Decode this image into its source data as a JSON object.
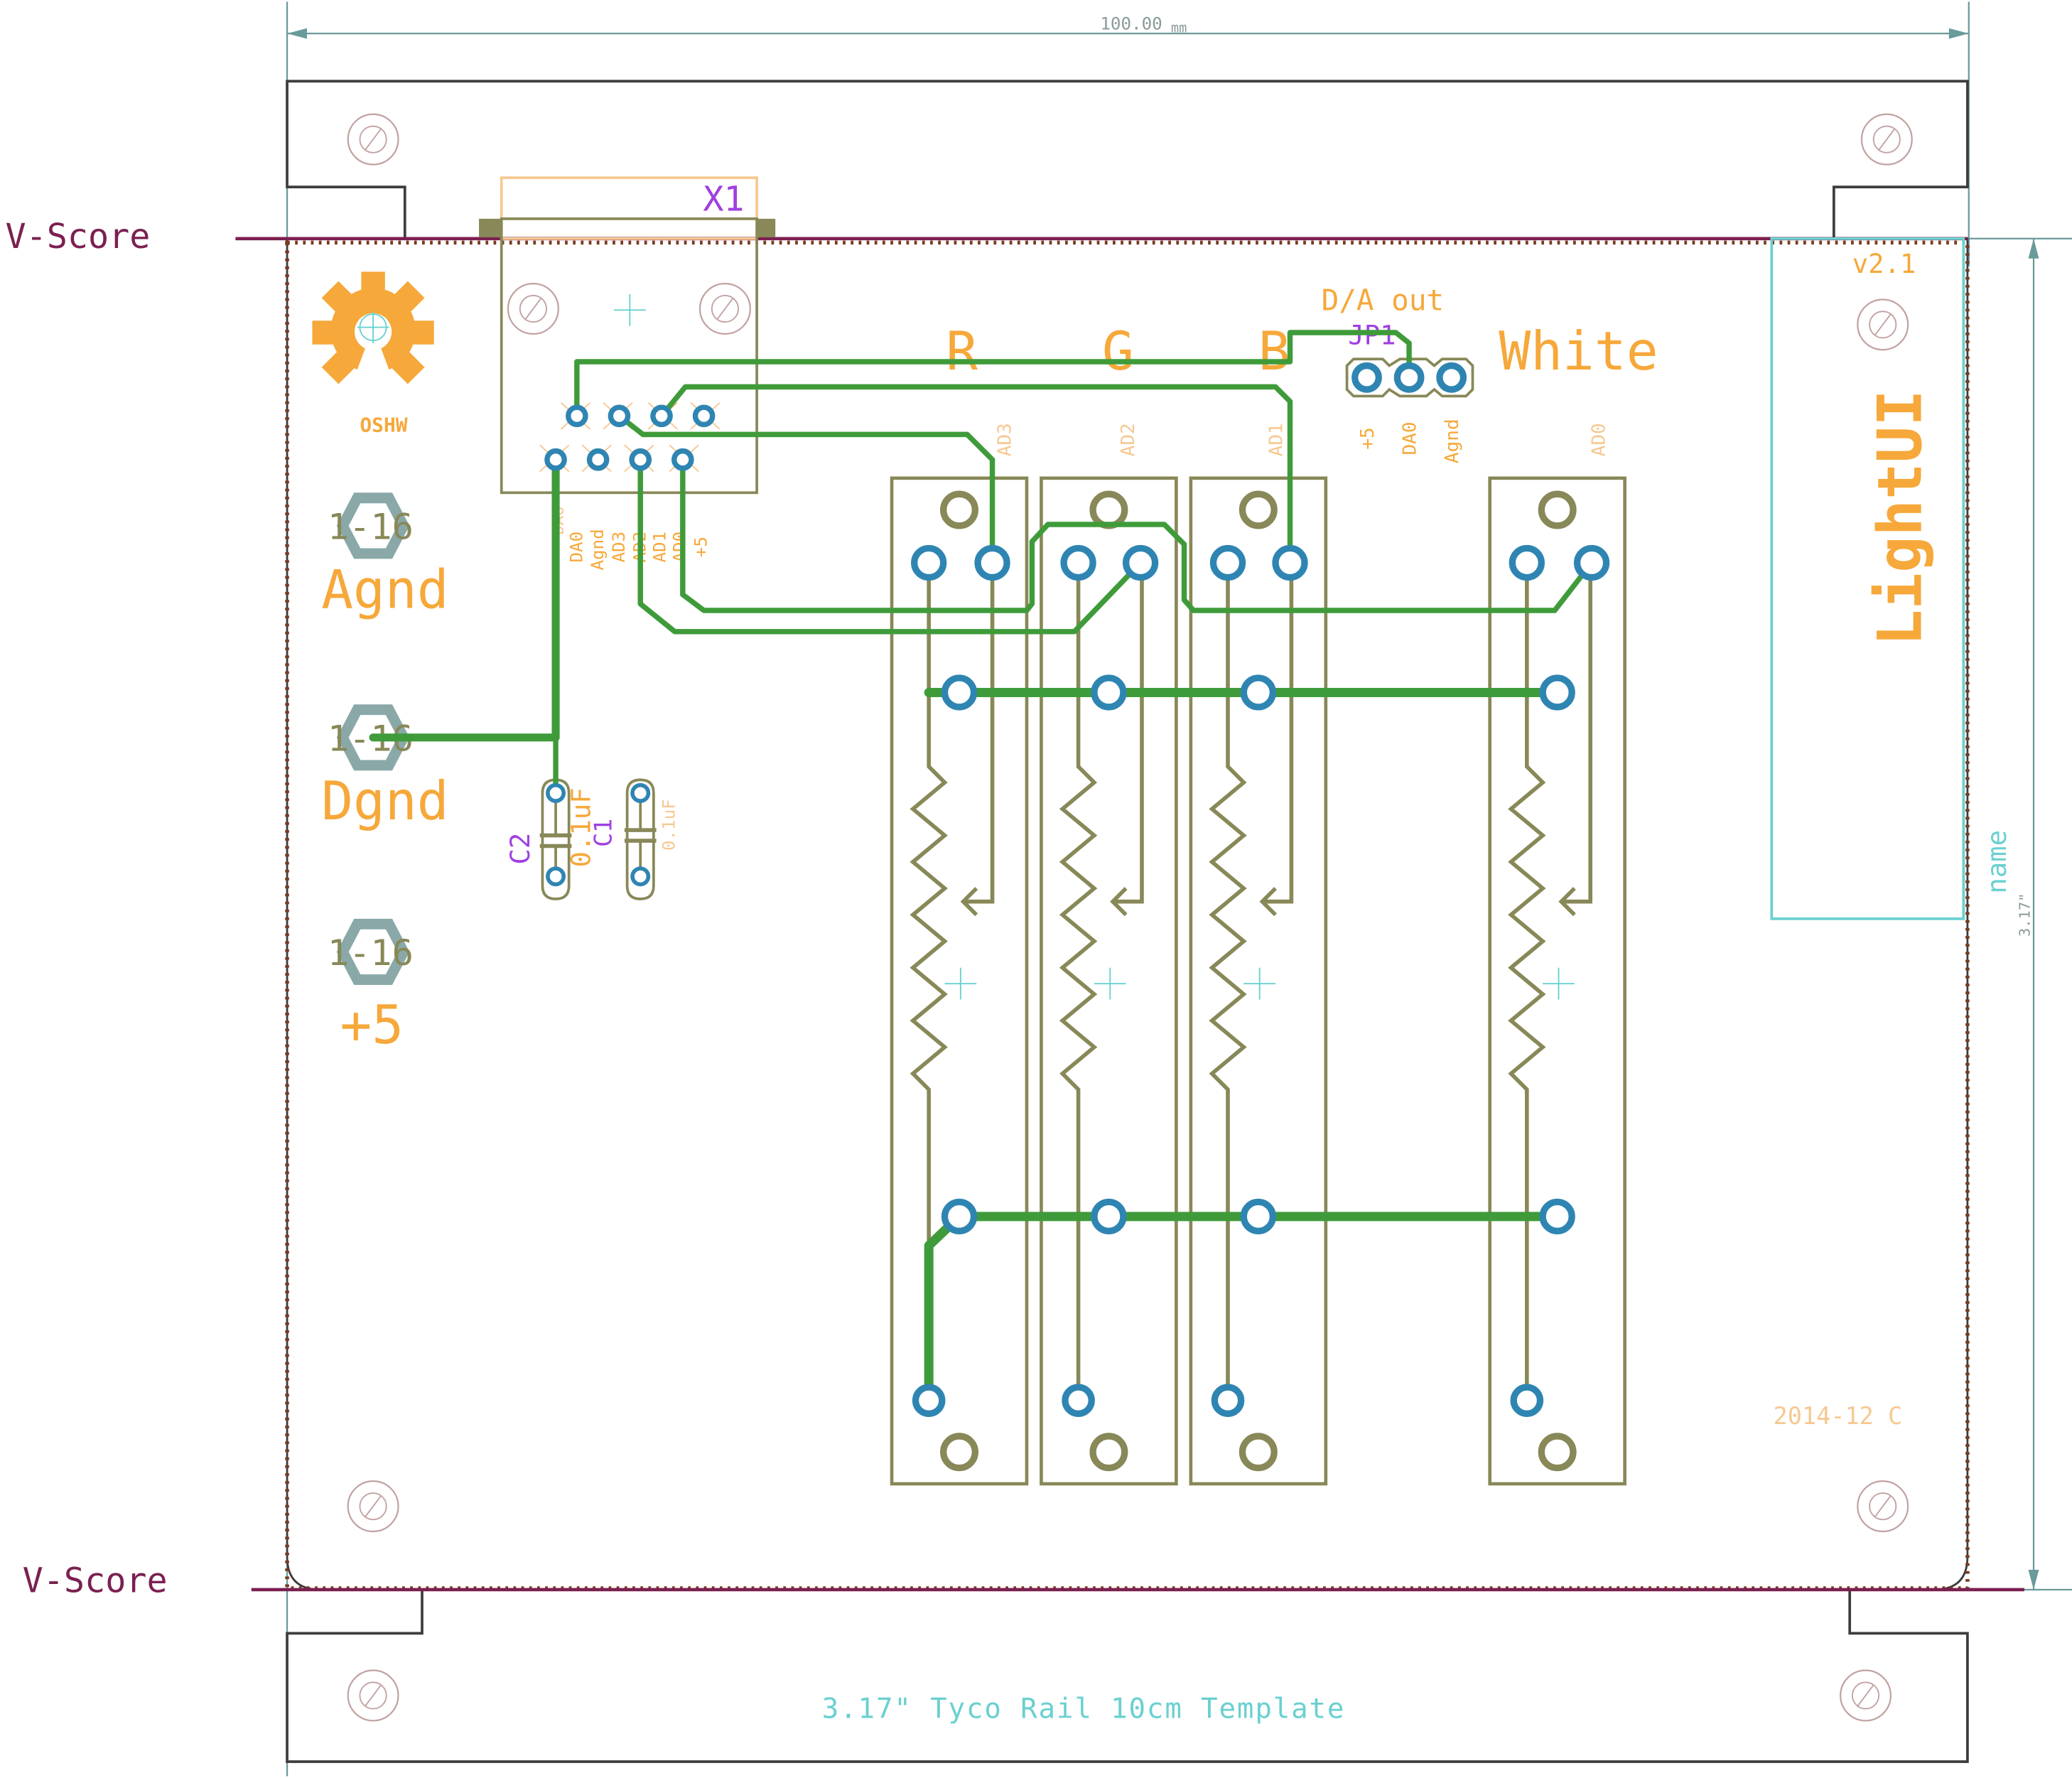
{
  "labels": {
    "width_dim": "100.00",
    "width_unit": "mm",
    "height_dim": "3.17\"",
    "vscore": "V-Score",
    "x1": "X1",
    "oshw": "OSHW",
    "hole_label": "1-16",
    "agnd": "Agnd",
    "dgnd": "Dgnd",
    "plus5": "+5",
    "r": "R",
    "g": "G",
    "b": "B",
    "white": "White",
    "da_out": "D/A out",
    "jp1": "JP1",
    "jp1_pins": [
      "+5",
      "DA0",
      "Agnd"
    ],
    "pot_labels": [
      "AD3",
      "AD2",
      "AD1",
      "AD0"
    ],
    "header_pins": [
      "DA0",
      "Agnd",
      "AD3",
      "AD2",
      "AD1",
      "AD0",
      "+5"
    ],
    "header_first_pin": "DA0",
    "c2": "C2",
    "c1": "C1",
    "cap_value": "0.1uF",
    "product": "LightUI",
    "version": "v2.1",
    "name_field": "name",
    "date_code": "2014-12 C",
    "template": "3.17\" Tyco Rail 10cm Template"
  },
  "colors": {
    "outline": "#3d3d3d",
    "vscore": "#7b2050",
    "board_edge": "#7a3a1e",
    "silk": "#888858",
    "trace": "#3f9b3a",
    "pad": "#2f85b2",
    "orange": "#f6a83a",
    "purple": "#a040e0",
    "cyan": "#6ad0d0",
    "teal_dim": "#6a9a9a",
    "via_ring": "#8aa8a8"
  }
}
